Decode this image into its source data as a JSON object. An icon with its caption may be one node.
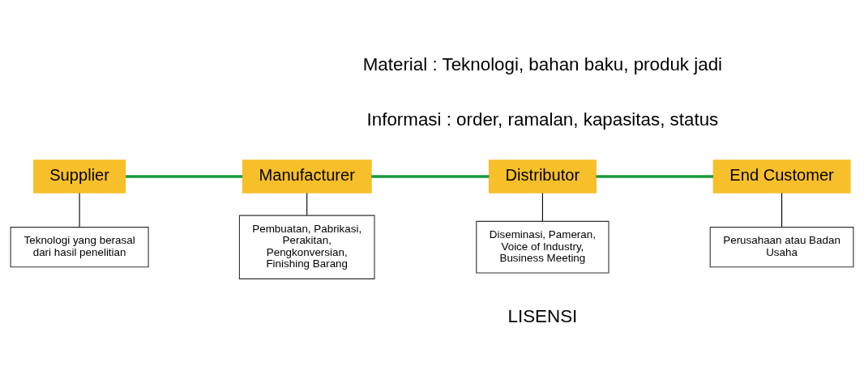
{
  "diagram": {
    "nodes": [
      {
        "text": [
          "Supplier"
        ]
      },
      {
        "text": [
          "Manufacturer"
        ]
      },
      {
        "text": [
          "Distributor"
        ]
      },
      {
        "text": [
          "End Customer"
        ]
      },
      {
        "text": [
          "Teknologi yang berasal dari hasil penelitian"
        ]
      },
      {
        "text": [
          "Pembuatan, Pabrikasi, Perakitan, Pengkonversian, Finishing Barang"
        ]
      },
      {
        "text": [
          "Diseminasi, Pameran, Voice of Industry, Business Meeting"
        ]
      },
      {
        "text": [
          "Perusahaan atau Badan Usaha"
        ]
      }
    ],
    "edges": [
      {
        "from": 0,
        "to": 1,
        "arrow": "none",
        "style": "thick",
        "color": "#1a9a3c"
      },
      {
        "from": 1,
        "to": 2,
        "arrow": "none",
        "style": "thick",
        "color": "#1a9a3c"
      },
      {
        "from": 2,
        "to": 3,
        "arrow": "none",
        "style": "thick",
        "color": "#1a9a3c"
      },
      {
        "from": 0,
        "to": 4,
        "arrow": "none"
      },
      {
        "from": 1,
        "to": 5,
        "arrow": "none"
      },
      {
        "from": 2,
        "to": 6,
        "arrow": "none"
      },
      {
        "from": 3,
        "to": 7,
        "arrow": "none"
      }
    ],
    "labels": [
      "Material : Teknologi, bahan baku, produk jadi",
      "Informasi : order, ramalan, kapasitas, status",
      "LISENSI"
    ]
  }
}
